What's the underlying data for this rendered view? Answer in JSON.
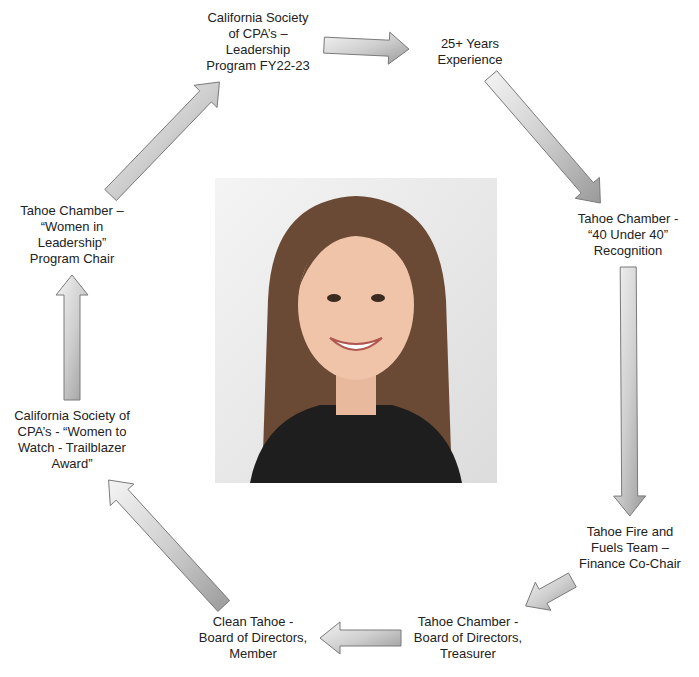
{
  "diagram": {
    "nodes": [
      {
        "text": [
          "California Society of CPA’s – Leadership Program FY22-23"
        ]
      },
      {
        "text": [
          "25+ Years Experience"
        ]
      },
      {
        "text": [
          "Tahoe Chamber - “40 Under 40” Recognition"
        ]
      },
      {
        "text": [
          "Tahoe Fire and Fuels Team – Finance Co-Chair"
        ]
      },
      {
        "text": [
          "Tahoe Chamber - Board of Directors, Treasurer"
        ]
      },
      {
        "text": [
          "Clean Tahoe - Board of Directors, Member"
        ]
      },
      {
        "text": [
          "California Society of CPA’s - “Women to Watch - Trailblazer Award”"
        ]
      },
      {
        "text": [
          "Tahoe Chamber – “Women in Leadership” Program Chair"
        ]
      }
    ],
    "edges": [
      {
        "from": 0,
        "to": 1,
        "arrow": "to"
      },
      {
        "from": 1,
        "to": 2,
        "arrow": "to"
      },
      {
        "from": 2,
        "to": 3,
        "arrow": "to"
      },
      {
        "from": 3,
        "to": 4,
        "arrow": "to"
      },
      {
        "from": 4,
        "to": 5,
        "arrow": "to"
      },
      {
        "from": 5,
        "to": 6,
        "arrow": "to"
      },
      {
        "from": 6,
        "to": 7,
        "arrow": "to"
      },
      {
        "from": 7,
        "to": 0,
        "arrow": "to"
      }
    ]
  }
}
